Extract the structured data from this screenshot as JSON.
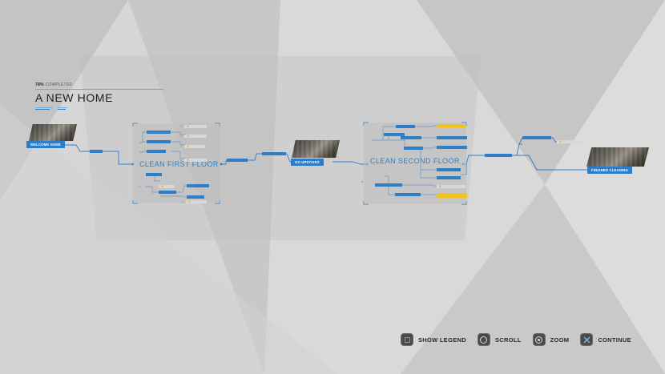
{
  "header": {
    "progress_percent": "78%",
    "progress_label": "COMPLETED",
    "title": "A NEW HOME"
  },
  "nodes": {
    "welcome_home": "WELCOME HOME",
    "clean_first_floor": "CLEAN FIRST FLOOR",
    "go_upstairs": "GO UPSTAIRS",
    "clean_second_floor": "CLEAN SECOND FLOOR",
    "finished_cleaning": "FINISHED CLEANING"
  },
  "controls": {
    "show_legend": "SHOW LEGEND",
    "scroll": "SCROLL",
    "zoom": "ZOOM",
    "continue": "CONTINUE"
  },
  "colors": {
    "node_blue": "#2e7ec7",
    "node_yellow": "#f2c318",
    "link_blue": "#2f7fc9",
    "background": "#cfcfcf"
  }
}
